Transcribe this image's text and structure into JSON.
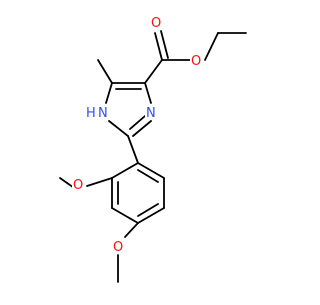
{
  "molecule": {
    "atoms": {
      "o_carbonyl": "O",
      "o_ester": "O",
      "nh": "N",
      "h_on_n": "H",
      "n_ring": "N",
      "o_methoxy_1": "O",
      "o_methoxy_2": "O"
    }
  },
  "colors": {
    "oxygen": "#ff0d0d",
    "nitrogen": "#3050f8",
    "bond": "#000000",
    "background": "#ffffff"
  }
}
